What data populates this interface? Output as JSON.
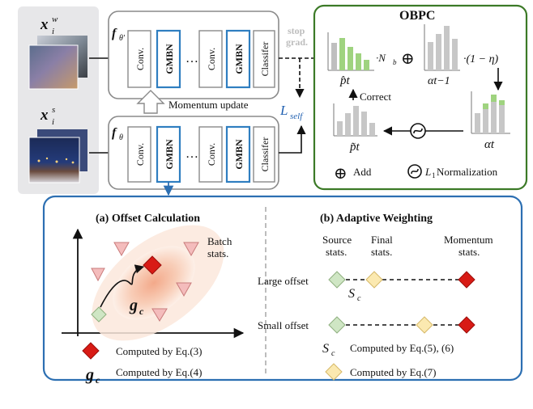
{
  "inputs": {
    "weak_label_main": "x",
    "weak_label_sub": "i",
    "weak_label_sup": "w",
    "strong_label_main": "x",
    "strong_label_sub": "i",
    "strong_label_sup": "s"
  },
  "teacher": {
    "func_main": "f",
    "func_sub": "θ'",
    "layers": [
      "Conv.",
      "GMBN",
      "Conv.",
      "GMBN",
      "Classifer"
    ],
    "ellipsis": "…"
  },
  "student": {
    "func_main": "f",
    "func_sub": "θ",
    "layers": [
      "Conv.",
      "GMBN",
      "Conv.",
      "GMBN",
      "Classifer"
    ],
    "ellipsis": "…"
  },
  "momentum_update": "Momentum update",
  "stop_grad": [
    "stop",
    "grad."
  ],
  "loss": {
    "main": "L",
    "sub": "self"
  },
  "obpc": {
    "title": "OBPC",
    "p_hat_t": "p̂t",
    "nb": "·N",
    "nb_sub": "b",
    "oplus": "⊕",
    "alpha_prev": "αt−1",
    "one_minus_eta": "·(1 − η)",
    "alpha_t": "αt",
    "p_tilde_t": "p̃t",
    "correct": "Correct",
    "legend_add": "Add",
    "legend_norm_main": "L",
    "legend_norm_sub": "1",
    "legend_norm_text": "Normalization"
  },
  "panel_a": {
    "title": "(a) Offset Calculation",
    "batch": [
      "Batch",
      "stats."
    ],
    "gc_main": "g",
    "gc_sub": "c",
    "legend_red": "Computed by Eq.(3)",
    "legend_gc": "Computed by Eq.(4)"
  },
  "panel_b": {
    "title": "(b) Adaptive Weighting",
    "col_source": [
      "Source",
      "stats."
    ],
    "col_final": [
      "Final",
      "stats."
    ],
    "col_momentum": [
      "Momentum",
      "stats."
    ],
    "large_offset": "Large offset",
    "small_offset": "Small offset",
    "sc_main": "S",
    "sc_sub": "c",
    "legend_sc": "Computed by Eq.(5), (6)",
    "legend_yellow": "Computed by Eq.(7)"
  },
  "colors": {
    "obpc_border": "#3c7a27",
    "panel_border": "#2c6fb2",
    "gmbn_border": "#2f7ec0",
    "green_bar": "#9fd37f",
    "grey_bar": "#c7c7c7",
    "red": "#d81b15",
    "yellow": "#fbe9b0",
    "green_diamond": "#cfe6c4",
    "pink": "#f4bcbc"
  }
}
